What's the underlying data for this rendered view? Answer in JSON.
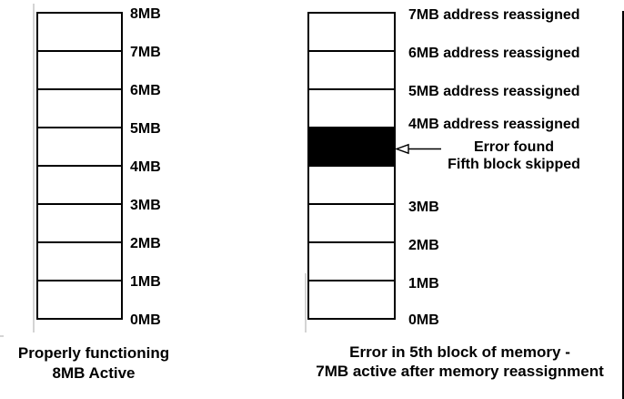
{
  "left_diagram": {
    "scale_labels": [
      "8MB",
      "7MB",
      "6MB",
      "5MB",
      "4MB",
      "3MB",
      "2MB",
      "1MB",
      "0MB"
    ],
    "caption": {
      "line1": "Properly functioning",
      "line2": "8MB Active"
    }
  },
  "right_diagram": {
    "reassigned_labels": [
      "7MB address reassigned",
      "6MB address reassigned",
      "5MB address reassigned",
      "4MB address reassigned"
    ],
    "error_annotation": {
      "line1": "Error found",
      "line2": "Fifth block skipped"
    },
    "scale_labels": [
      "3MB",
      "2MB",
      "1MB",
      "0MB"
    ],
    "caption": {
      "line1": "Error in 5th block of memory -",
      "line2": "7MB active after memory reassignment"
    }
  },
  "colors": {
    "ink": "#000000",
    "background": "#ffffff",
    "error_block_fill": "#000000",
    "artifact_gray": "#d4d4d4"
  }
}
